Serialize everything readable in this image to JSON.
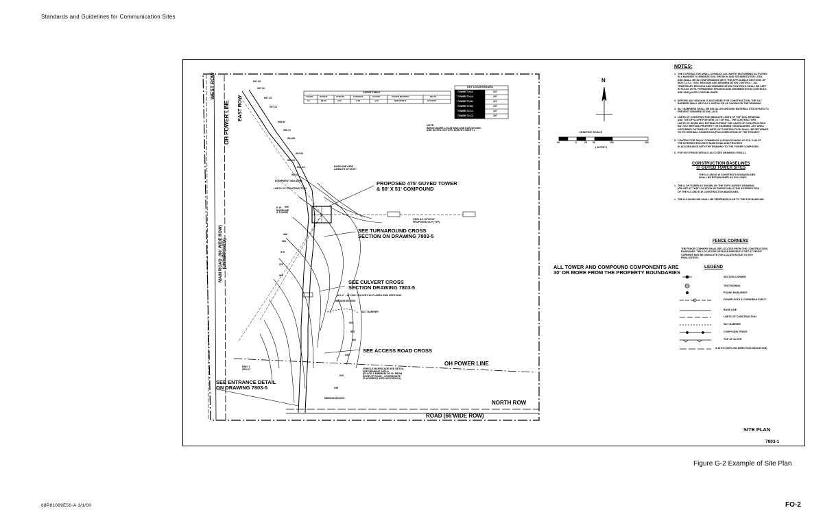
{
  "page": {
    "header": "Standards and Guidelines for Communication Sites",
    "caption": "Figure G-2  Example of Site Plan",
    "footer_left": "68P81089E50-A   3/1/00",
    "footer_right": "FO-2"
  },
  "drawing": {
    "boundary_labels": {
      "west_row": "WEST ROW",
      "east_row": "EAST ROW",
      "oh_power_line_v": "OH POWER LINE",
      "main_road": "MAIN ROAD  (66' WIDE ROW)\n(UNIMPROVED)",
      "oh_power_line_h": "OH POWER LINE",
      "north_row": "NORTH ROW",
      "road": "ROAD (66'WIDE ROW)"
    },
    "callouts": {
      "tower": "PROPOSED 475' GUYED TOWER\n& 50' X 51' COMPOUND",
      "turnaround": "SEE TURNAROUND CROSS\nSECTION ON DRAWING 7803-5",
      "culvert": "SEE CULVERT CROSS\nSECTION DRAWING 7803-5",
      "access_road": "SEE ACCESS ROAD CROSS",
      "entrance": "SEE ENTRANCE DETAIL\nON DRAWING 7803-5",
      "property": "ALL TOWER AND COMPOUND COMPONENTS ARE\n30' OR MORE FROM THE PROPERTY BOUNDARIES"
    },
    "small_labels": {
      "baseline_grid": "BASELINE GRID\nAZIMUTH 00°00'00\"",
      "equipment_building": "EQUIPMENT BUILDING",
      "limits_construction": "LIMITS OF CONSTRUCTION",
      "grid_az": "GRID AZ. 90°00'00\"\nPROPOSED GUY (TYP)",
      "culvert_note": "38 L.F. - 18\"CMP CULVERT W/ FLARED END SECTIONS",
      "medium_woods": "MEDIUM WOODS",
      "silt_barrier": "SILT BARRIER",
      "vehicle_barricade": "VEHICLE BARRICADE SEE DETAIL\nSEE DRAWING 7803-5\n(PLACE A MINIMUM OF 30' FROM\nEDGE OF ROAD - COORDINATE\nPLACEMENT WITH MOTOROLA)",
      "medium_woods2": "MEDIUM WOODS",
      "bench_note": "NOTE:\nBENCH-MARK LOCATIONS AND ELEVATIONS\nARE NOTED ON TOPO SURVEY SHEET 1",
      "bm": "BM# 1\n993.67",
      "baseline_tower": "E-W\nBASELINE\n& TOWER"
    },
    "elevations": [
      "997.53",
      "997.02",
      "997.13",
      "997.10",
      "995.90",
      "995.71",
      "994.89",
      "992.82",
      "993.63",
      "991.04",
      "989.91",
      "990",
      "985",
      "980",
      "975",
      "970",
      "965",
      "960",
      "955",
      "950",
      "945",
      "940",
      "935"
    ],
    "curve_table": {
      "title": "CURVE TABLE",
      "headers": [
        "CURVE",
        "RADIUS",
        "LENGTH",
        "TANGENT",
        "CHORD",
        "CHORD BEARING",
        "DELTA"
      ],
      "row": [
        "C1",
        "89.50",
        "4.75",
        "2.38",
        "4.75",
        "N08°45'29\"E",
        "03°02'28\""
      ]
    },
    "guy_table": {
      "title": "GUY LOCATION DATA",
      "rows": [
        [
          "TOWER TO A1",
          "167'"
        ],
        [
          "TOWER TO A2",
          "297'"
        ],
        [
          "TOWER TO B1",
          "167'"
        ],
        [
          "TOWER TO B2",
          "297'"
        ],
        [
          "TOWER TO C1",
          "167'"
        ],
        [
          "TOWER TO C2",
          "297'"
        ]
      ]
    },
    "graphic_scale": {
      "title": "GRAPHIC SCALE",
      "ticks": [
        "50",
        "0",
        "25",
        "50",
        "100",
        "200"
      ],
      "unit": "( IN FEET )"
    },
    "north_arrow": "N",
    "notes_title": "NOTES:",
    "notes": [
      "1.  THE CONTRACTOR SHALL CONDUCT ALL EARTH DISTURBING ACTIVITIES\n     IN A MANNER TO MINIMIZE SOIL EROSION AND SEDIMENTATION LOSS,\n     AND SHALL BE IN CONFORMANCE WITH THE APPLICABLE SECTIONS OF\n     MDOT 2.3.3, \"SOIL EROSION AND SEDIMENTATION CONTROL\". ALL\n     TEMPORARY EROSION AND SEDIMENTATION CONTROLS SHALL BE LEFT\n     IN PLACE UNTIL PERMANENT EROSION AND SEDIMENTATION CONTROLS\n     ARE ADEQUATELY ESTABLISHED.",
      "2.  BEFORE ANY GROUND IS DISTURBED FOR CONSTRUCTION, THE SILT\n     BARRIER SHALL BE FULLY INSTALLED AS SHOWN ON THE DRAWING",
      "3.  SILT BARRIERS SHALL BE INSTALLED AROUND MATERIAL STOCKPILES TO\n     PREVENT SEDIMENTATION LOSS.",
      "4.  LIMITS OF CONSTRUCTION INDICATE LIMITS OF TOP SOIL REMOVAL\n     AND TOE OF SLOPE FOR NEW CUT OR FILL. THE CONTRACTORS\n     LIMITS OF WORK MAY EXTEND OUTSIDE THE LIMITS OF CONSTRUCTION\n     BUT NOT BEYOND PROPERTY OR EASEMENT BOUNDARIES. ANY AREA\n     DISTURBED OUTSIDE OF LIMITS OF CONSTRUCTION SHALL BE RETURNED\n     TO ITS ORIGINAL CONDITION UPON COMPLETION OF THE PROJECT.",
      "5.  CONTRACTOR SHALL COMMENCE & ROAD STAKING AT STA. 0+00 AT\n     THE INTERSECTION WITH MAIN ROAD AND PROCEED\n     IN ACCORDANCE WITH THE DRAWING TO THE TOWER COMPOUND.",
      "6.  FOR GUY FENCE DETAILS A0-C2 SEE DRAWING #7803-11."
    ],
    "baselines_title": "CONSTRUCTION BASELINES\n@ GUYED TOWER SITES",
    "baselines_intro": "THE N-S AND E-W CONSTRUCTION BASELINES\nSHALL BE ESTABLISHED AS FOLLOWS:",
    "baselines_notes": [
      "1.  THE & OF TOWER AS SHOWN ON THE TOPO SURVEY DRAWING,\n     (PIN SET AT THAT LOCATION BY SURVEYOR) IS THE INTERSECTION\n     OF THE N-S AND E-W CONSTRUCTION BASELINES.",
      "2.  THE N-S BASELINE SHALL BE PERPENDICULAR TO THE E-W BASELINE."
    ],
    "fence_title": "FENCE CORNERS",
    "fence_note": "THE FENCE CORNERS SHALL BE LOCATED FROM THE CONSTRUCTION\nBASELINES. THE LOCATIONS OF RODS PRESENTLY SET AT FENCE\nCORNERS MAY BE OBSOLETE FOR LOCATION DUE TO SITE\nFINALIZATION.",
    "legend_title": "LEGEND",
    "legend": [
      "SECTION CORNER",
      "TEST BORING",
      "FOUND MONUMENT",
      "POWER POLE & OVERHEAD ELECT.",
      "BASE LINE",
      "LIMITS OF CONSTRUCTION",
      "SILT BARRIER",
      "COMPOUND FENCE",
      "TOP OF SLOPE",
      "& DITCH (W/FLOW DIRECTION INDICATION)"
    ],
    "sheet_title": "SITE PLAN",
    "sheet_number": "7803-1"
  }
}
